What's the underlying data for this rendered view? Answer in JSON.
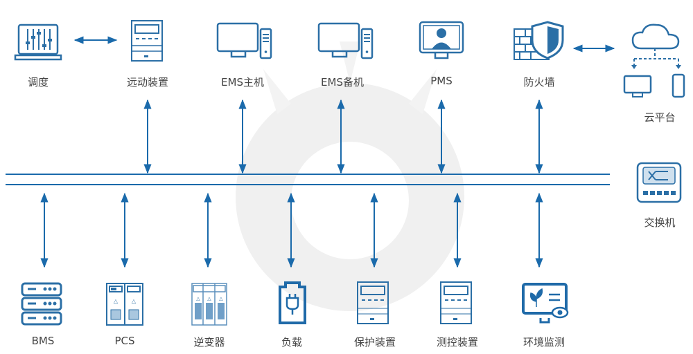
{
  "top_nodes": [
    {
      "label": "调度",
      "icon": "laptop-sliders-icon"
    },
    {
      "label": "远动装置",
      "icon": "cabinet-icon"
    },
    {
      "label": "EMS主机",
      "icon": "desktop-computer-icon"
    },
    {
      "label": "EMS备机",
      "icon": "desktop-computer-icon"
    },
    {
      "label": "PMS",
      "icon": "monitor-user-icon"
    },
    {
      "label": "防火墙",
      "icon": "firewall-icon"
    }
  ],
  "cloud": {
    "label": "云平台",
    "icon": "cloud-icon"
  },
  "switch": {
    "label": "交换机",
    "icon": "switch-icon"
  },
  "bottom_nodes": [
    {
      "label": "BMS",
      "icon": "server-rack-icon"
    },
    {
      "label": "PCS",
      "icon": "pcs-cabinet-icon"
    },
    {
      "label": "逆变器",
      "icon": "inverter-cabinet-icon"
    },
    {
      "label": "负载",
      "icon": "battery-plug-icon"
    },
    {
      "label": "保护装置",
      "icon": "protection-device-icon"
    },
    {
      "label": "测控装置",
      "icon": "measure-control-device-icon"
    },
    {
      "label": "环境监测",
      "icon": "environment-monitor-icon"
    }
  ],
  "colors": {
    "accent": "#1a6aab",
    "icon": "#2b6fa6",
    "watermark": "#efefef"
  }
}
